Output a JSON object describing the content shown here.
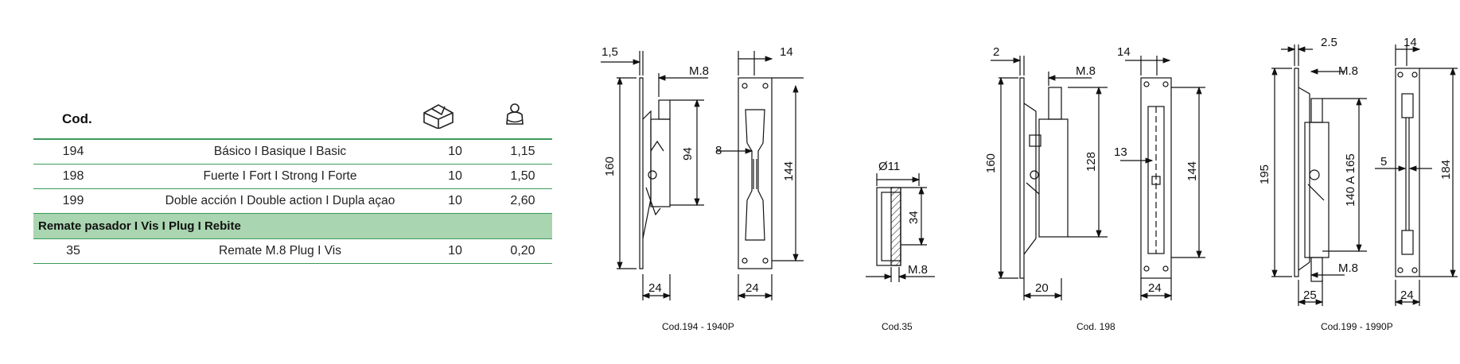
{
  "table": {
    "header": {
      "code_label": "Cod."
    },
    "rows": [
      {
        "code": "194",
        "description": "Básico I Basique I Basic",
        "qty": "10",
        "weight": "1,15"
      },
      {
        "code": "198",
        "description": "Fuerte I Fort I Strong I Forte",
        "qty": "10",
        "weight": "1,50"
      },
      {
        "code": "199",
        "description": "Doble acción I Double action I Dupla açao",
        "qty": "10",
        "weight": "2,60"
      }
    ],
    "section": "Remate pasador I Vis I Plug I Rebite",
    "section_rows": [
      {
        "code": "35",
        "description": "Remate M.8 Plug I Vis",
        "qty": "10",
        "weight": "0,20"
      }
    ],
    "colors": {
      "rule": "#3d9a5a",
      "section_bg": "#a9d5b0"
    }
  },
  "drawings": {
    "d194": {
      "caption": "Cod.194 - 1940P",
      "dims": {
        "t": "1,5",
        "screw": "M.8",
        "width": "14",
        "height": "160",
        "inner": "94",
        "side": "8",
        "hole": "144",
        "w1": "24",
        "w2": "24"
      }
    },
    "d35": {
      "caption": "Cod.35",
      "dims": {
        "dia": "Ø11",
        "h": "34",
        "screw": "M.8"
      }
    },
    "d198": {
      "caption": "Cod. 198",
      "dims": {
        "t": "2",
        "screw": "M.8",
        "width": "14",
        "height": "160",
        "inner": "128",
        "side": "13",
        "hole": "144",
        "w1": "20",
        "w2": "24"
      }
    },
    "d199": {
      "caption": "Cod.199 - 1990P",
      "dims": {
        "t": "2.5",
        "screw_top": "M.8",
        "width": "14",
        "height": "195",
        "inner": "140 A 165",
        "side": "5",
        "hole": "184",
        "screw_bottom": "M.8",
        "w1": "25",
        "w2": "24"
      }
    }
  }
}
